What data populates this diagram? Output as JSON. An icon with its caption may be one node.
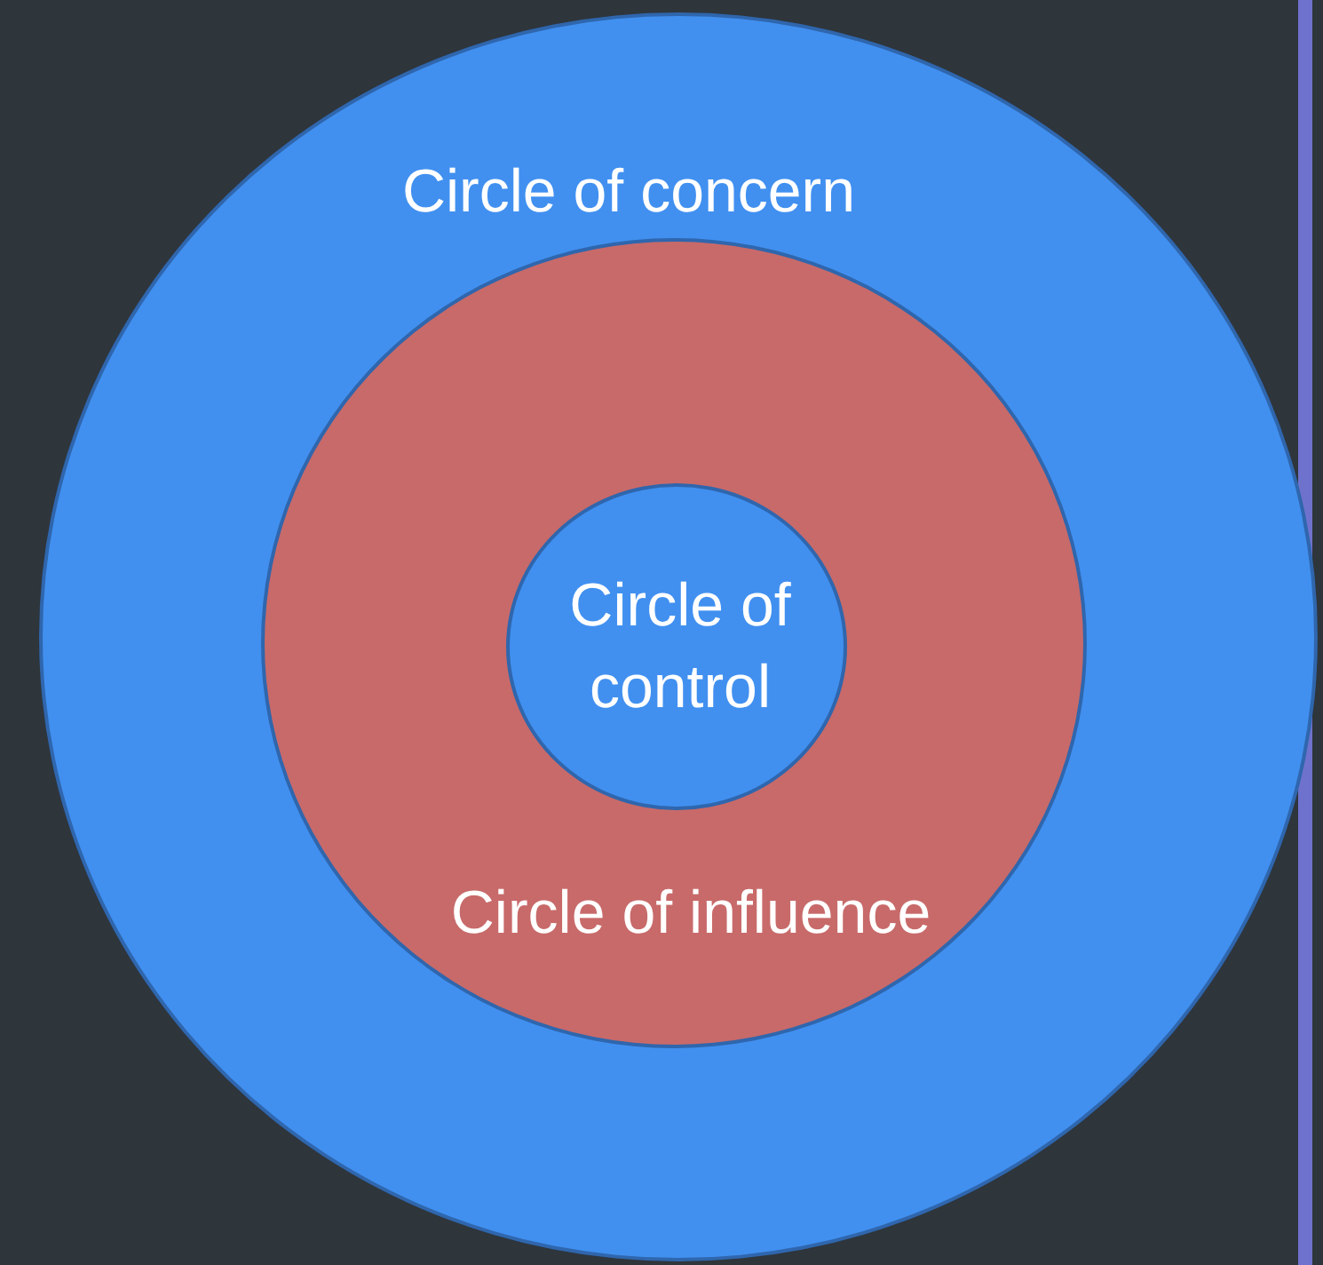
{
  "diagram": {
    "nodes": [
      {
        "text": [
          "Circle of concern"
        ]
      },
      {
        "text": [
          "Circle of influence"
        ],
        "in": 0
      },
      {
        "text": [
          "Circle of control"
        ],
        "in": 1
      }
    ]
  }
}
